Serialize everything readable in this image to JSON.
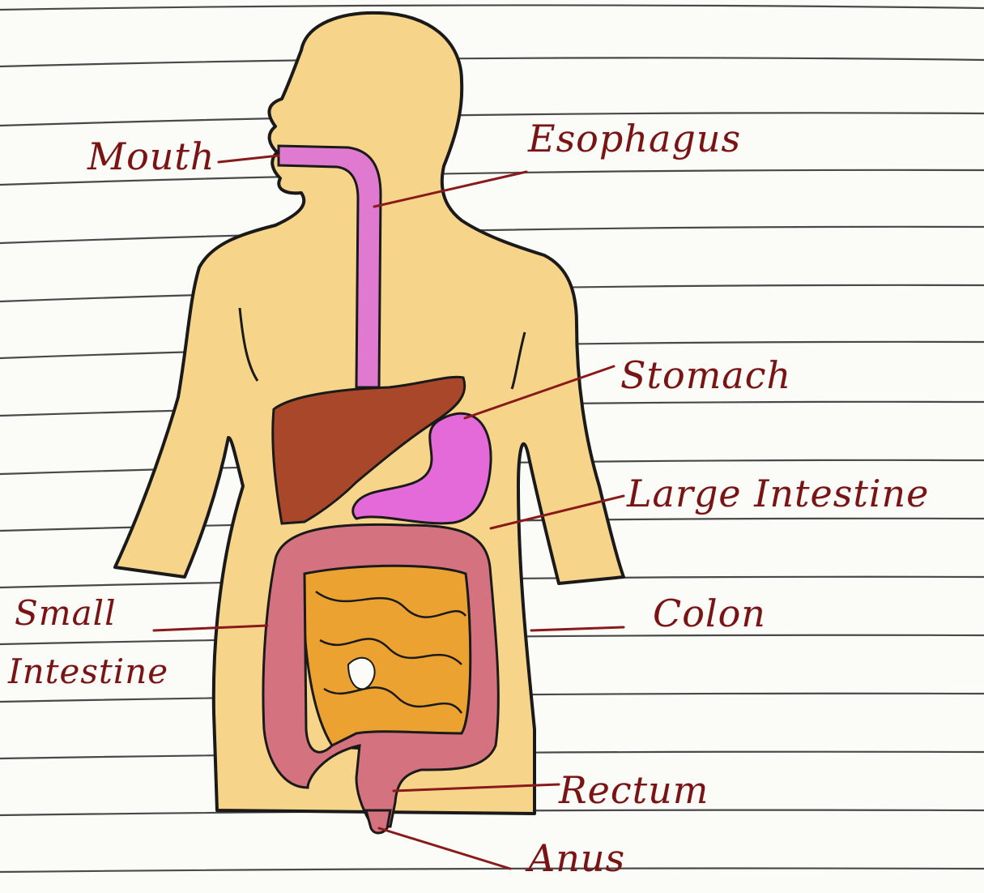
{
  "colors": {
    "paper": "#fbfbf8",
    "rule_line": "#2a2a2a",
    "margin_line": "#c0392b",
    "skin": "#f6d58a",
    "outline": "#1a1a1a",
    "esophagus": "#e07ad0",
    "liver": "#a8472a",
    "stomach": "#e36ad8",
    "large_intestine": "#d4737f",
    "small_intestine": "#eba231",
    "label_ink": "#7a1414",
    "leader_line": "#8a1a1a"
  },
  "labels": {
    "mouth": "Mouth",
    "esophagus": "Esophagus",
    "stomach": "Stomach",
    "large_intestine": "Large Intestine",
    "colon": "Colon",
    "small_intestine_line1": "Small",
    "small_intestine_line2": "Intestine",
    "rectum": "Rectum",
    "anus": "Anus"
  }
}
